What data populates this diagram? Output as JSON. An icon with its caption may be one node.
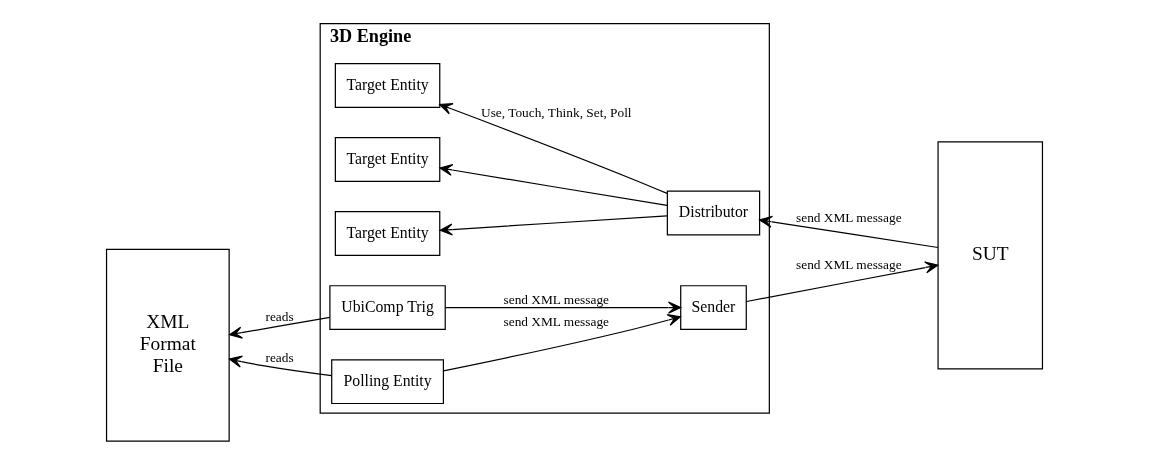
{
  "diagram": {
    "nodes": [
      {
        "text": [
          "3D Engine"
        ]
      },
      {
        "text": [
          "Target Entity"
        ],
        "in": 0
      },
      {
        "text": [
          "Target Entity"
        ],
        "in": 0
      },
      {
        "text": [
          "Target Entity"
        ],
        "in": 0
      },
      {
        "text": [
          "Distributor"
        ],
        "in": 0
      },
      {
        "text": [
          "SUT"
        ]
      },
      {
        "text": [
          "XML Format File"
        ]
      },
      {
        "text": [
          "UbiComp Trig"
        ],
        "in": 0
      },
      {
        "text": [
          "Polling Entity"
        ],
        "in": 0
      },
      {
        "text": [
          "Sender"
        ],
        "in": 0
      }
    ],
    "edges": [
      {
        "from": 4,
        "to": 1,
        "arrow": "to",
        "label": "Use, Touch, Think, Set, Poll"
      },
      {
        "from": 4,
        "to": 2,
        "arrow": "to"
      },
      {
        "from": 4,
        "to": 3,
        "arrow": "to"
      },
      {
        "from": 5,
        "to": 4,
        "arrow": "to",
        "label": "send XML message"
      },
      {
        "from": 7,
        "to": 6,
        "arrow": "to",
        "label": "reads"
      },
      {
        "from": 8,
        "to": 6,
        "arrow": "to",
        "label": "reads"
      },
      {
        "from": 7,
        "to": 9,
        "arrow": "to",
        "label": "send XML message"
      },
      {
        "from": 8,
        "to": 9,
        "arrow": "to",
        "label": "send XML message"
      },
      {
        "from": 9,
        "to": 5,
        "arrow": "to",
        "label": "send XML message"
      }
    ]
  }
}
